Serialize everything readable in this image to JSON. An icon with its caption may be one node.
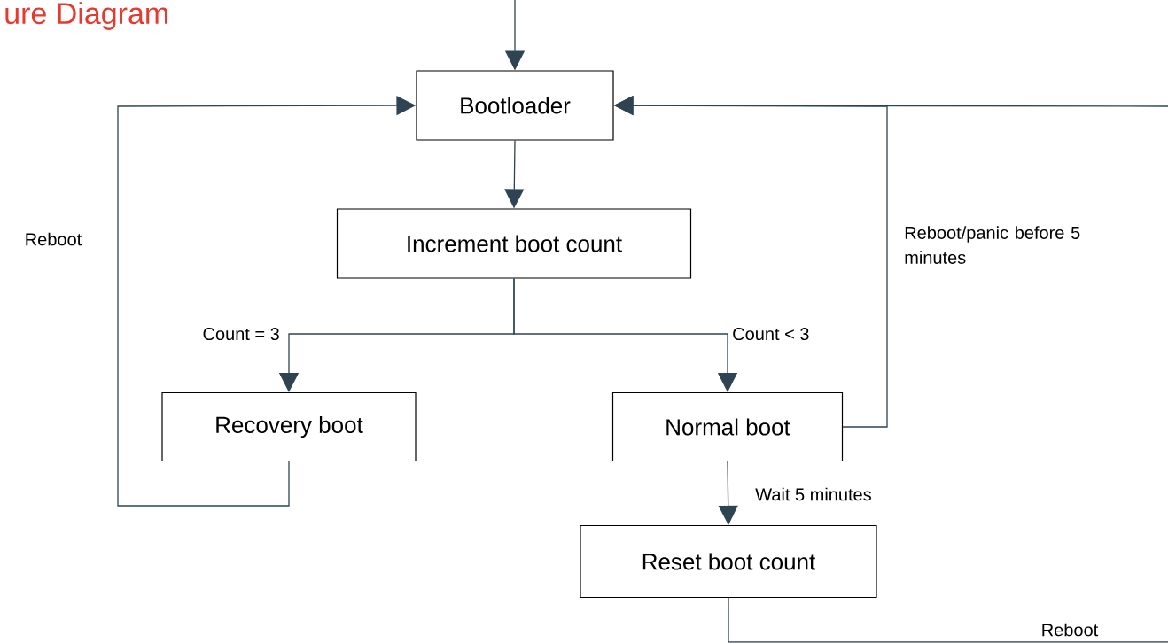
{
  "diagram": {
    "title": "ure Diagram",
    "nodes": [
      {
        "text": [
          "Bootloader"
        ]
      },
      {
        "text": [
          "Increment boot count"
        ]
      },
      {
        "text": [
          "Recovery boot"
        ]
      },
      {
        "text": [
          "Normal boot"
        ]
      },
      {
        "text": [
          "Reset boot count"
        ]
      }
    ],
    "edges": [
      {
        "from": null,
        "to": 0,
        "arrow": "to"
      },
      {
        "from": 0,
        "to": 1,
        "arrow": "to"
      },
      {
        "from": 1,
        "to": 2,
        "arrow": "to",
        "label": "Count = 3"
      },
      {
        "from": 1,
        "to": 3,
        "arrow": "to",
        "label": "Count < 3"
      },
      {
        "from": 2,
        "to": 0,
        "arrow": "to",
        "label": "Reboot"
      },
      {
        "from": 3,
        "to": 0,
        "arrow": "to",
        "label": "Reboot/panic before 5 minutes"
      },
      {
        "from": 3,
        "to": 4,
        "arrow": "to",
        "label": "Wait 5 minutes"
      },
      {
        "from": 4,
        "to": null,
        "arrow": "none",
        "label": "Reboot"
      },
      {
        "from": null,
        "to": 0,
        "arrow": "to"
      }
    ]
  }
}
